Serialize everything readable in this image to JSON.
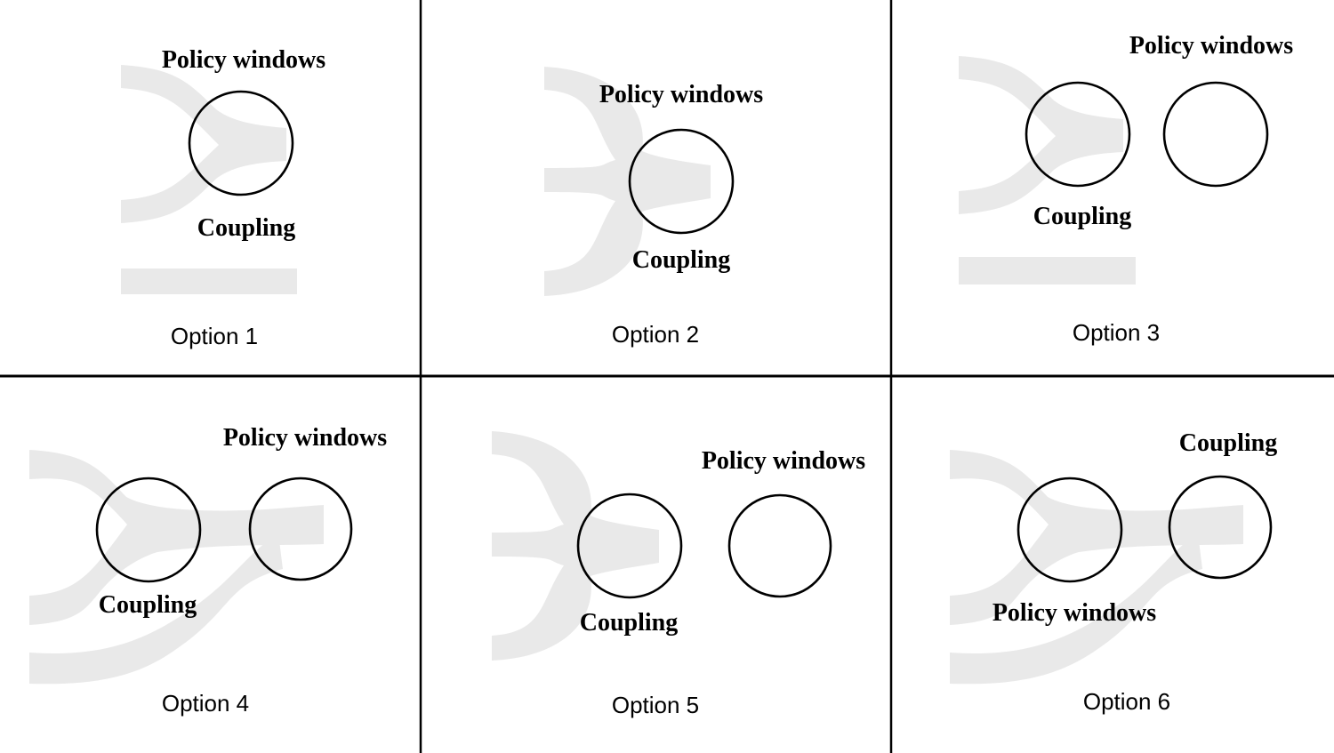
{
  "figure": {
    "background_color": "#ffffff",
    "stream_fill_color": "#e9e9e9",
    "outline_color": "#000000",
    "text_color": "#000000"
  },
  "cells": [
    {
      "caption": "Option 1",
      "top_label": "Policy windows",
      "bottom_label": "Coupling"
    },
    {
      "caption": "Option 2",
      "top_label": "Policy windows",
      "bottom_label": "Coupling"
    },
    {
      "caption": "Option 3",
      "top_label": "Policy windows",
      "bottom_label": "Coupling"
    },
    {
      "caption": "Option 4",
      "top_label": "Policy windows",
      "bottom_label": "Coupling"
    },
    {
      "caption": "Option 5",
      "top_label": "Policy windows",
      "bottom_label": "Coupling"
    },
    {
      "caption": "Option 6",
      "top_label": "Coupling",
      "bottom_label": "Policy windows"
    }
  ]
}
